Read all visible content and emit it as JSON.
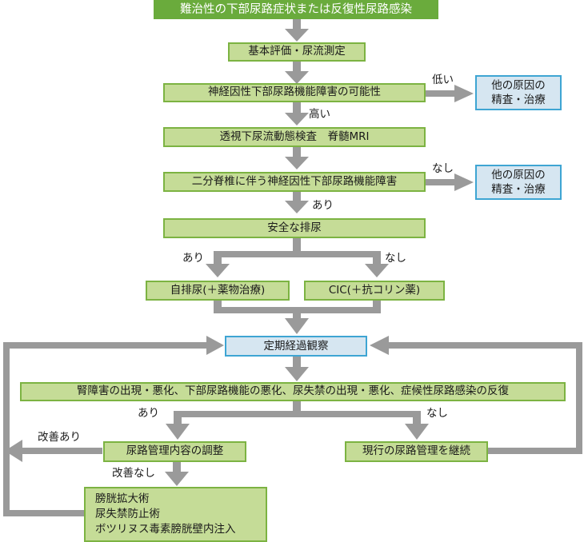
{
  "diagram": {
    "nodes": {
      "start": "難治性の下部尿路症状または反復性尿路感染",
      "basic_eval": "基本評価・尿流測定",
      "neuro_possibility": "神経因性下部尿路機能障害の可能性",
      "other_cause_1": [
        "他の原因の",
        "精査・治療"
      ],
      "urodynamics": "透視下尿流動態検査　脊髄MRI",
      "spina_bifida": "二分脊椎に伴う神経因性下部尿路機能障害",
      "other_cause_2": [
        "他の原因の",
        "精査・治療"
      ],
      "safe_voiding": "安全な排尿",
      "self_voiding": "自排尿(＋薬物治療)",
      "cic": "CIC(＋抗コリン薬)",
      "followup": "定期経過観察",
      "deterioration": "腎障害の出現・悪化、下部尿路機能の悪化、尿失禁の出現・悪化、症候性尿路感染の反復",
      "adjust": "尿路管理内容の調整",
      "continue": "現行の尿路管理を継続",
      "surgery": [
        "膀胱拡大術",
        "尿失禁防止術",
        "ボツリヌス毒素膀胱壁内注入"
      ]
    },
    "edge_labels": {
      "low": "低い",
      "high": "高い",
      "none_1": "なし",
      "yes_1": "あり",
      "yes_2": "あり",
      "none_2": "なし",
      "yes_3": "あり",
      "none_3": "なし",
      "improved": "改善あり",
      "not_improved": "改善なし"
    },
    "colors": {
      "process_fill": "#c5dc97",
      "process_border": "#7cb342",
      "start_fill": "#6aab3c",
      "info_fill": "#d6e6f1",
      "info_border": "#3ea5d3",
      "arrow": "#9a9a9a"
    }
  }
}
